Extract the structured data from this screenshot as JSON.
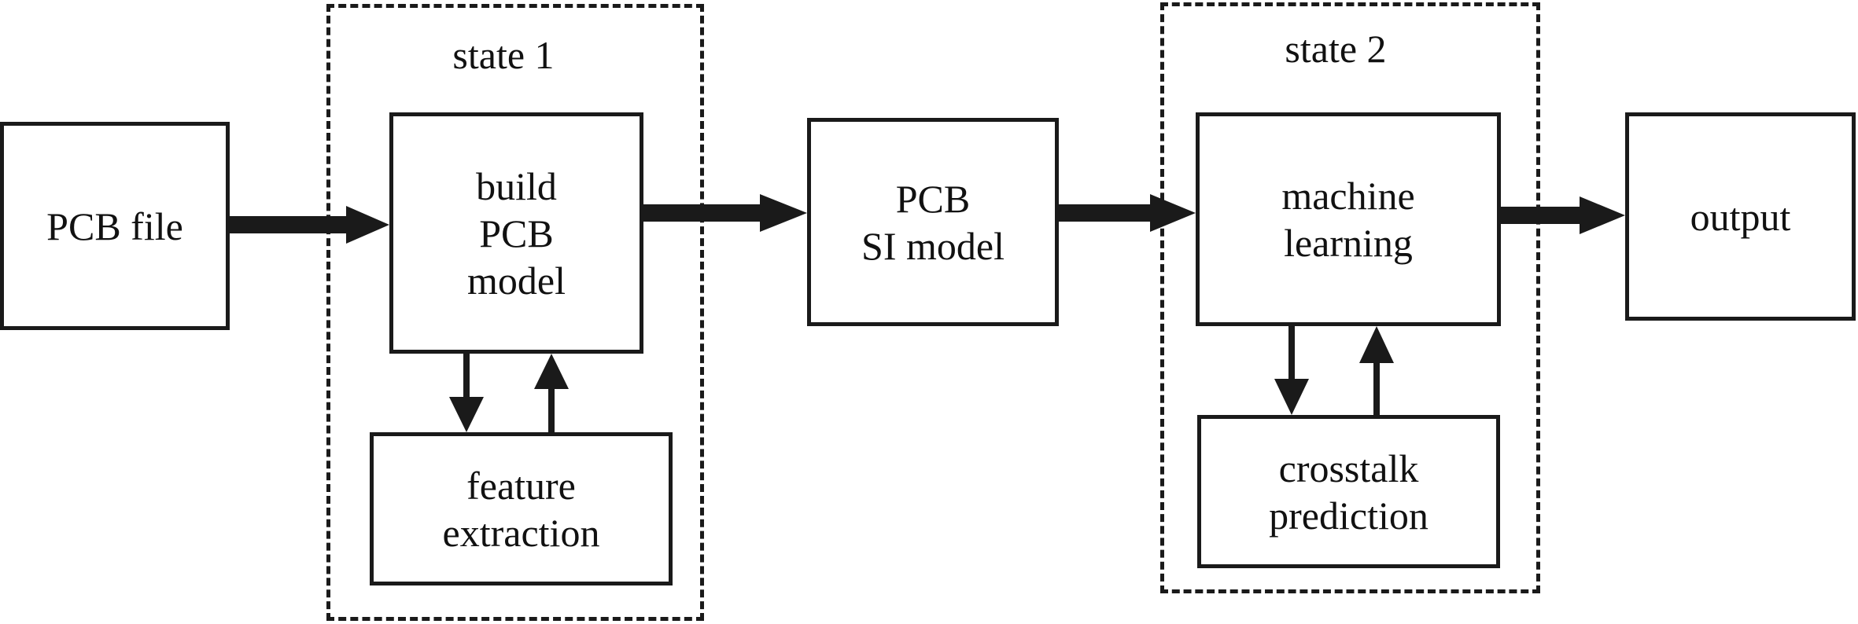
{
  "groups": {
    "state1": {
      "label": "state 1"
    },
    "state2": {
      "label": "state 2"
    }
  },
  "nodes": {
    "pcb_file": "PCB file",
    "build_model": "build\nPCB\nmodel",
    "feature_extraction": "feature\nextraction",
    "si_model": "PCB\nSI model",
    "machine_learning": "machine\nlearning",
    "crosstalk_prediction": "crosstalk\nprediction",
    "output": "output"
  }
}
